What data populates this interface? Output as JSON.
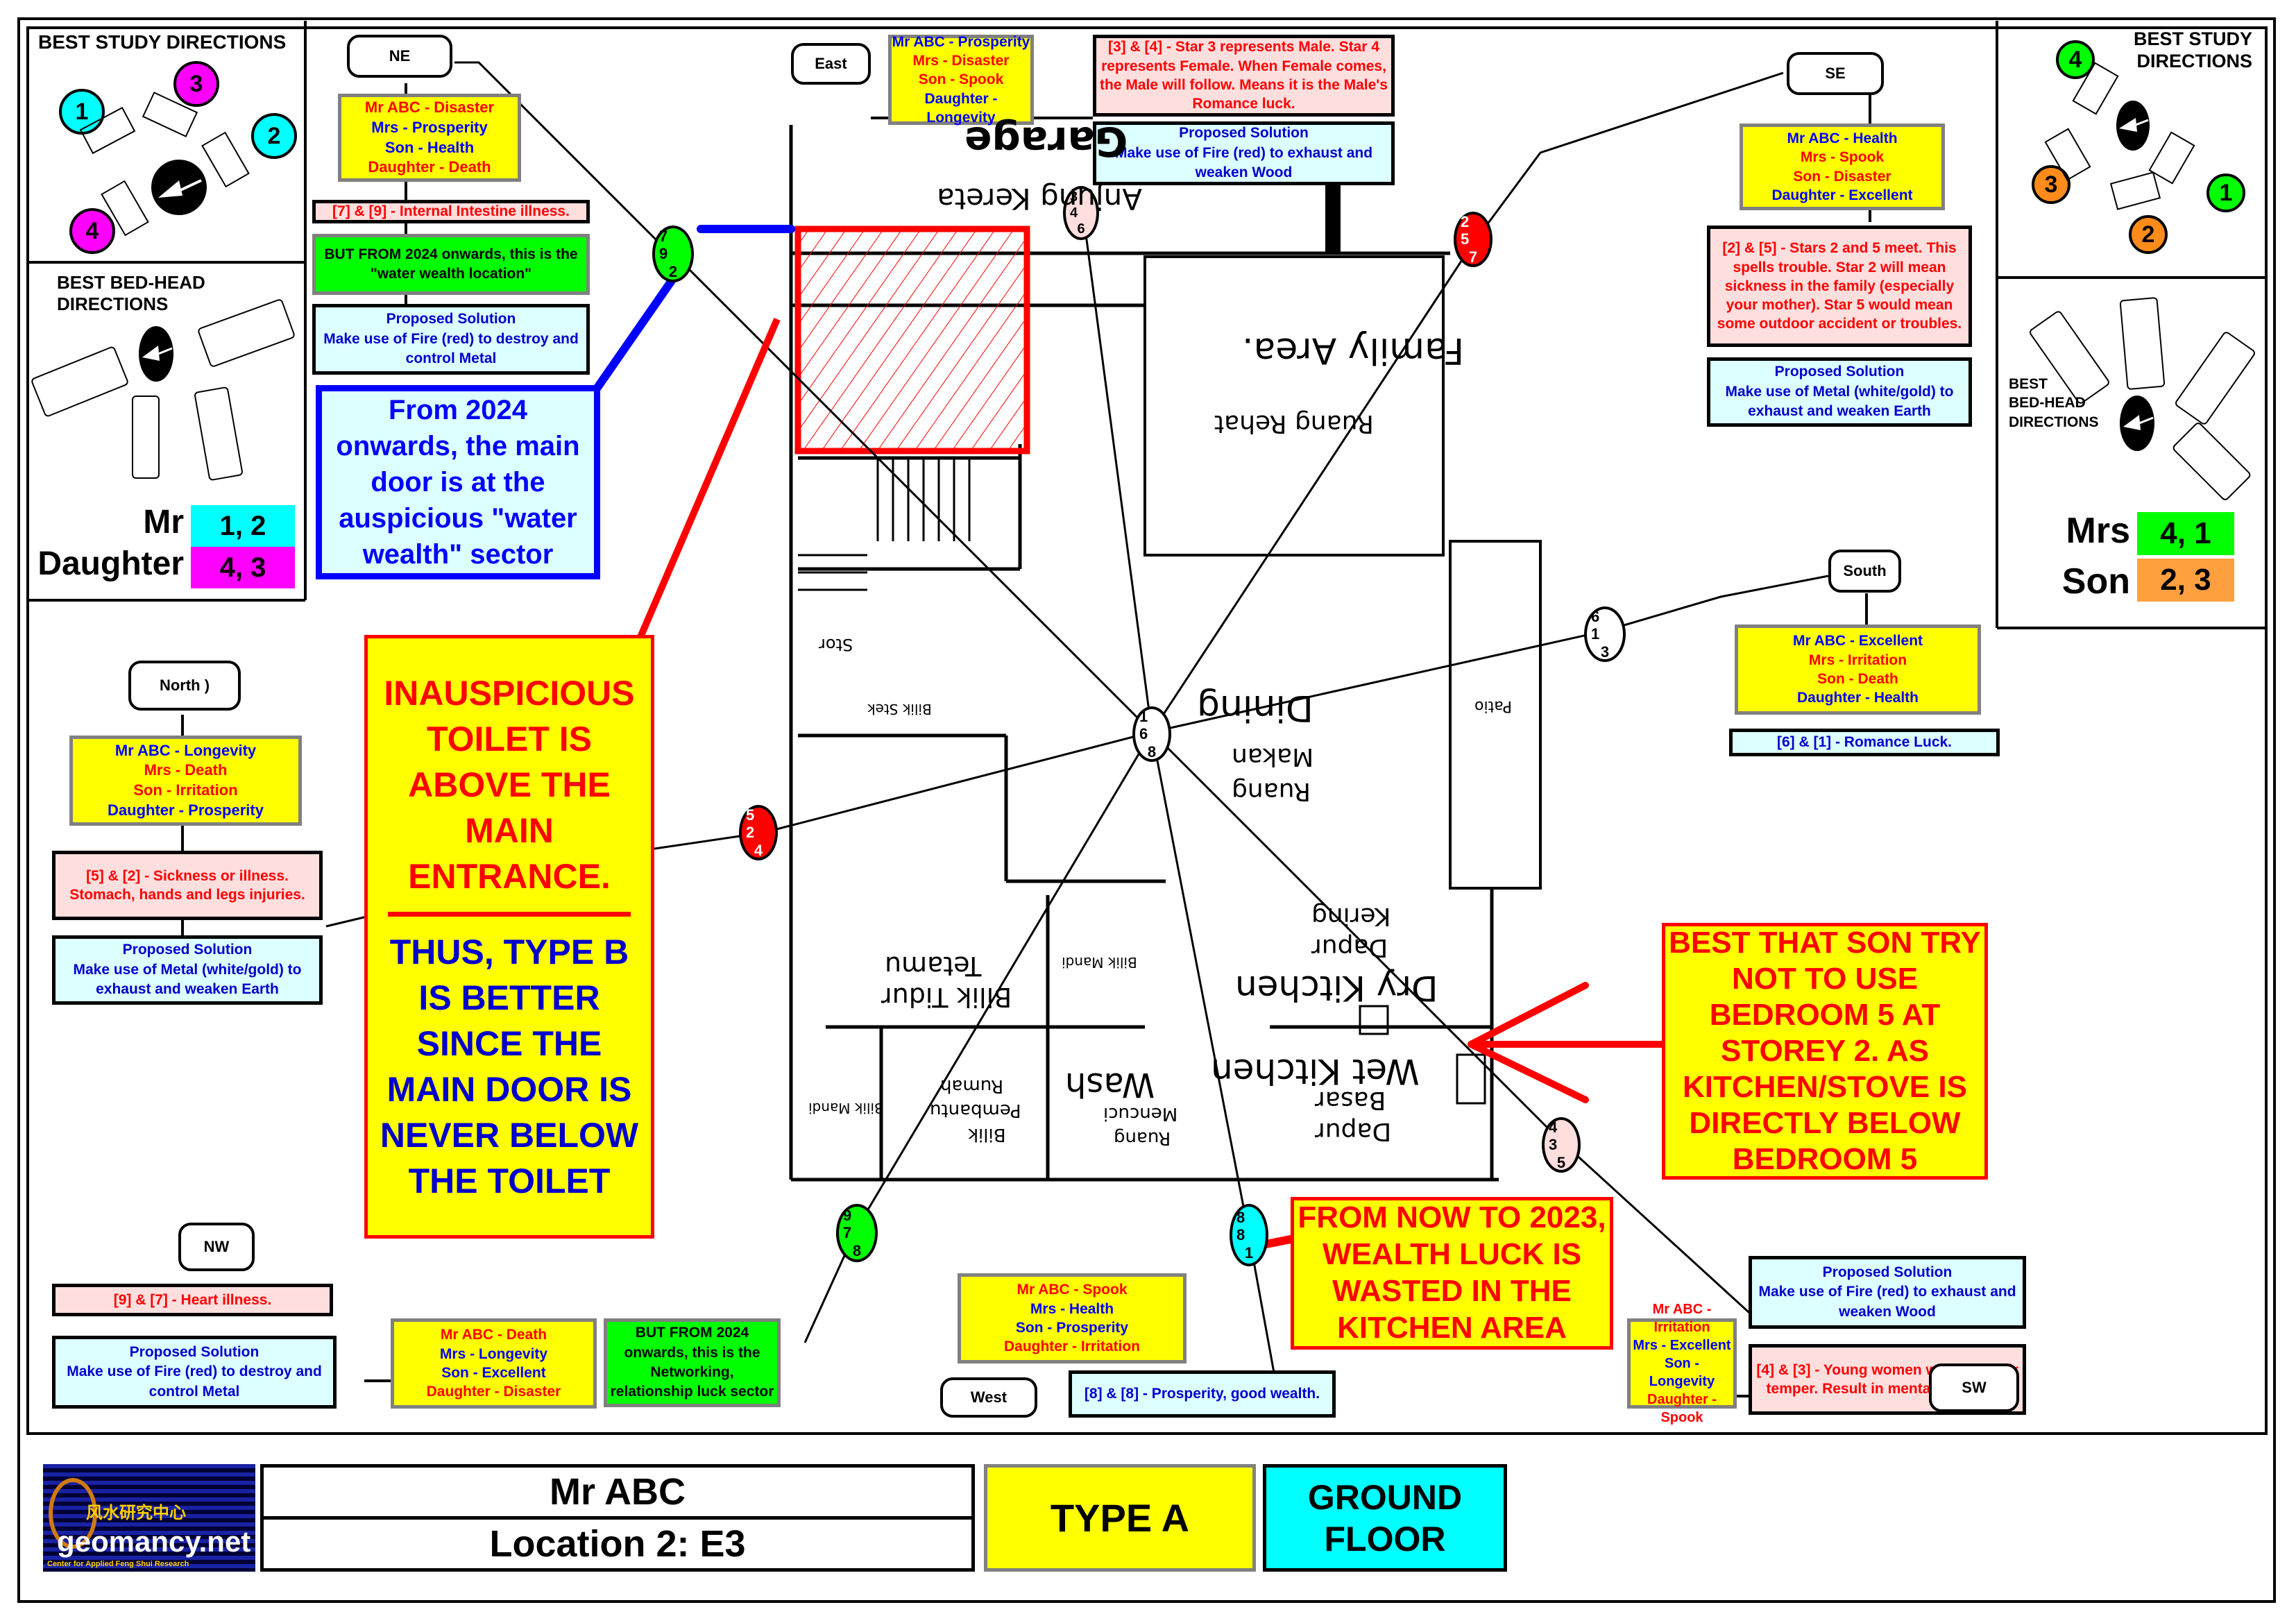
{
  "colors": {
    "good_text": "#0000ff",
    "bad_text": "#ff0000",
    "sector_box": "#ffff00",
    "note_bad": "#ffdede",
    "note_solution": "#dcffff",
    "note_green": "#00ff00",
    "mr_color": "#00ffff",
    "daughter_color": "#ff00ff",
    "mrs_color": "#00ff00",
    "son_color": "#ffa040"
  },
  "left_panel": {
    "study_title": "BEST STUDY DIRECTIONS",
    "study_numbers": [
      {
        "n": "1",
        "color": "#00ffff"
      },
      {
        "n": "2",
        "color": "#00ffff"
      },
      {
        "n": "3",
        "color": "#ff00ff"
      },
      {
        "n": "4",
        "color": "#ff00ff"
      }
    ],
    "bed_title_1": "BEST BED-HEAD",
    "bed_title_2": "DIRECTIONS",
    "legend": [
      {
        "label": "Mr",
        "value": "1, 2",
        "color": "#00ffff"
      },
      {
        "label": "Daughter",
        "value": "4, 3",
        "color": "#ff00ff"
      }
    ]
  },
  "right_panel": {
    "study_title_1": "BEST STUDY",
    "study_title_2": "DIRECTIONS",
    "study_numbers": [
      {
        "n": "4",
        "color": "#00ff00"
      },
      {
        "n": "1",
        "color": "#00ff00"
      },
      {
        "n": "3",
        "color": "#ff8c1a"
      },
      {
        "n": "2",
        "color": "#ff8c1a"
      }
    ],
    "bed_title_1": "BEST",
    "bed_title_2": "BED-HEAD",
    "bed_title_3": "DIRECTIONS",
    "legend": [
      {
        "label": "Mrs",
        "value": "4, 1",
        "color": "#00ff00"
      },
      {
        "label": "Son",
        "value": "2, 3",
        "color": "#ffa040"
      }
    ]
  },
  "sectors": {
    "ne": {
      "label": "NE",
      "luck": [
        {
          "who": "Mr ABC",
          "what": "Disaster",
          "good": false
        },
        {
          "who": "Mrs",
          "what": "Prosperity",
          "good": true
        },
        {
          "who": "Son",
          "what": "Health",
          "good": true
        },
        {
          "who": "Daughter",
          "what": "Death",
          "good": false
        }
      ],
      "note": "[7] & [9] - Internal Intestine illness.",
      "green_note": "BUT FROM 2024 onwards, this is the \"water wealth location\"",
      "solution_title": "Proposed Solution",
      "solution": "Make use of Fire (red) to destroy and control Metal",
      "star": {
        "a": "7",
        "b": "9",
        "c": "2",
        "color": "#00ff00"
      }
    },
    "east": {
      "label": "East",
      "luck": [
        {
          "who": "Mr ABC",
          "what": "Prosperity",
          "good": true
        },
        {
          "who": "Mrs",
          "what": "Disaster",
          "good": false
        },
        {
          "who": "Son",
          "what": "Spook",
          "good": false
        },
        {
          "who": "Daughter",
          "what": "Longevity",
          "good": true
        }
      ],
      "note": "[3] & [4] - Star 3 represents Male. Star 4 represents Female. When Female comes, the Male will follow. Means it is the Male's Romance luck.",
      "solution_title": "Proposed Solution",
      "solution": "Make use of Fire (red) to exhaust and weaken Wood",
      "star": {
        "a": "3",
        "b": "4",
        "c": "6",
        "color": "#ffdede"
      }
    },
    "se": {
      "label": "SE",
      "luck": [
        {
          "who": "Mr ABC",
          "what": "Health",
          "good": true
        },
        {
          "who": "Mrs",
          "what": "Spook",
          "good": false
        },
        {
          "who": "Son",
          "what": "Disaster",
          "good": false
        },
        {
          "who": "Daughter",
          "what": "Excellent",
          "good": true
        }
      ],
      "note": "[2] & [5] - Stars 2 and 5 meet. This spells trouble. Star 2 will mean sickness in the family (especially your mother). Star 5 would mean some outdoor accident or troubles.",
      "solution_title": "Proposed Solution",
      "solution": "Make use of Metal (white/gold) to exhaust and weaken Earth",
      "star": {
        "a": "2",
        "b": "5",
        "c": "7",
        "color": "#ff0000"
      }
    },
    "south": {
      "label": "South",
      "luck": [
        {
          "who": "Mr ABC",
          "what": "Excellent",
          "good": true
        },
        {
          "who": "Mrs",
          "what": "Irritation",
          "good": false
        },
        {
          "who": "Son",
          "what": "Death",
          "good": false
        },
        {
          "who": "Daughter",
          "what": "Health",
          "good": true
        }
      ],
      "note": "[6] & [1] - Romance Luck.",
      "star": {
        "a": "6",
        "b": "1",
        "c": "3",
        "color": "#ffffff"
      }
    },
    "north": {
      "label": "North )",
      "luck": [
        {
          "who": "Mr ABC",
          "what": "Longevity",
          "good": true
        },
        {
          "who": "Mrs",
          "what": "Death",
          "good": false
        },
        {
          "who": "Son",
          "what": "Irritation",
          "good": false
        },
        {
          "who": "Daughter",
          "what": "Prosperity",
          "good": true
        }
      ],
      "note": "[5] & [2] - Sickness or illness. Stomach, hands and legs injuries.",
      "solution_title": "Proposed Solution",
      "solution": "Make use of Metal (white/gold) to exhaust and weaken Earth",
      "star": {
        "a": "5",
        "b": "2",
        "c": "4",
        "color": "#ff0000"
      }
    },
    "nw": {
      "label": "NW",
      "luck": [
        {
          "who": "Mr ABC",
          "what": "Death",
          "good": false
        },
        {
          "who": "Mrs",
          "what": "Longevity",
          "good": true
        },
        {
          "who": "Son",
          "what": "Excellent",
          "good": true
        },
        {
          "who": "Daughter",
          "what": "Disaster",
          "good": false
        }
      ],
      "note": "[9] & [7] - Heart illness.",
      "green_note": "BUT FROM 2024 onwards, this is the Networking, relationship luck sector",
      "solution_title": "Proposed Solution",
      "solution": "Make use of Fire (red) to destroy and control Metal",
      "star": {
        "a": "9",
        "b": "7",
        "c": "8",
        "color": "#00ff00"
      }
    },
    "west": {
      "label": "West",
      "luck": [
        {
          "who": "Mr ABC",
          "what": "Spook",
          "good": false
        },
        {
          "who": "Mrs",
          "what": "Health",
          "good": true
        },
        {
          "who": "Son",
          "what": "Prosperity",
          "good": true
        },
        {
          "who": "Daughter",
          "what": "Irritation",
          "good": false
        }
      ],
      "note": "[8] & [8] - Prosperity, good wealth.",
      "star": {
        "a": "8",
        "b": "8",
        "c": "1",
        "color": "#00ffff"
      }
    },
    "sw": {
      "label": "SW",
      "luck": [
        {
          "who": "Mr ABC",
          "what": "Irritation",
          "good": false
        },
        {
          "who": "Mrs",
          "what": "Excellent",
          "good": true
        },
        {
          "who": "Son",
          "what": "Longevity",
          "good": true
        },
        {
          "who": "Daughter",
          "what": "Spook",
          "good": false
        }
      ],
      "note": "[4] & [3] - Young women will lose their temper. Result in mental problems.",
      "solution_title": "Proposed Solution",
      "solution": "Make use of Fire (red) to exhaust and weaken Wood",
      "star": {
        "a": "4",
        "b": "3",
        "c": "5",
        "color": "#ffdede"
      }
    },
    "center": {
      "star": {
        "a": "1",
        "b": "6",
        "c": "8",
        "color": "#ffffff"
      }
    }
  },
  "callouts": {
    "water_wealth": "From 2024 onwards, the main door is at the auspicious \"water wealth\" sector",
    "toilet_warning": "INAUSPICIOUS TOILET IS ABOVE THE MAIN ENTRANCE.",
    "type_b_note": "THUS, TYPE B IS BETTER SINCE THE MAIN DOOR IS NEVER BELOW THE TOILET",
    "son_bedroom": "BEST THAT SON TRY NOT TO USE BEDROOM 5 AT STOREY 2. AS KITCHEN/STOVE IS DIRECTLY BELOW BEDROOM 5",
    "wealth_wasted": "FROM NOW TO 2023, WEALTH LUCK IS WASTED IN THE KITCHEN AREA"
  },
  "floor_plan": {
    "rooms": {
      "garage": "Garage",
      "porch": "Anjung Kereta",
      "family": "Family Area.",
      "family_malay": "Ruang Rehat",
      "dining": "Dining",
      "dining_malay_1": "Ruang",
      "dining_malay_2": "Makan",
      "patio": "Patio",
      "store": "Stor",
      "bath_1": "Bilik Stek",
      "guest_bed_1": "Bilik Tidur",
      "guest_bed_2": "Tetamu",
      "bath_2": "Bilik Mandi",
      "dry_kitchen": "Dry Kitchen",
      "dry_kitchen_malay_1": "Dapur",
      "dry_kitchen_malay_2": "Kering",
      "wet_kitchen": "Wet Kitchen",
      "wet_kitchen_malay_1": "Dapur",
      "wet_kitchen_malay_2": "Basar",
      "wash": "Wash",
      "wash_malay_1": "Ruang",
      "wash_malay_2": "Mencuci",
      "maid_1": "Bilik",
      "maid_2": "Pembantu",
      "maid_3": "Rumah",
      "bath_3": "Bilik Mandi"
    }
  },
  "title_block": {
    "logo_text": "geomancy.net",
    "logo_sub": "Center for Applied Feng Shui Research",
    "logo_cn": "风水研究中心",
    "client": "Mr ABC",
    "location": "Location 2: E3",
    "type": "TYPE A",
    "floor": "GROUND FLOOR"
  }
}
